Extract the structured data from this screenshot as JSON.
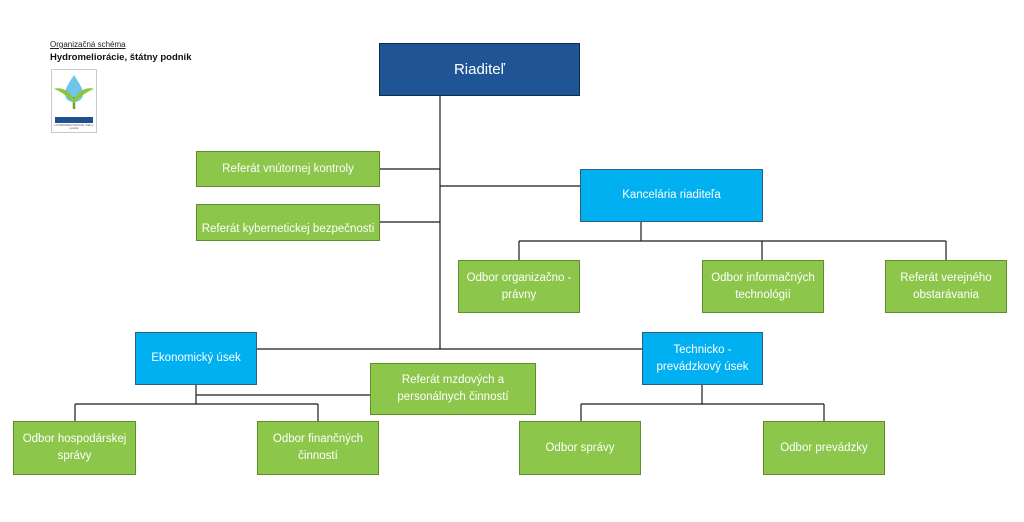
{
  "header": {
    "title": "Organizačná schéma",
    "organization": "Hydromeliorácie, štátny podnik"
  },
  "logo": {
    "icon": "plant-and-water-drop-icon",
    "caption": "HYDROMELIORÁCIE, štátny podnik",
    "colors": {
      "leaf": "#8cc63f",
      "drop": "#6fc6ea",
      "band": "#1f4f8f"
    }
  },
  "colors": {
    "director": "#1f5594",
    "division": "#00b0f0",
    "unit": "#8cc64a",
    "connector": "#1a1a1a"
  },
  "nodes": {
    "director": "Riaditeľ",
    "internal_control": "Referát vnútornej kontroly",
    "cyber_security": "Referát kybernetickej bezpečnosti",
    "director_office": "Kancelária riaditeľa",
    "legal_org": "Odbor organizačno - právny",
    "it": "Odbor informačných technológií",
    "procurement": "Referát verejného obstarávania",
    "economic": "Ekonomický úsek",
    "payroll_hr": "Referát mzdových a personálnych činností",
    "technical": "Technicko - prevádzkový úsek",
    "economy_mgmt": "Odbor hospodárskej správy",
    "finance": "Odbor finančných činností",
    "administration": "Odbor správy",
    "operations": "Odbor prevádzky"
  }
}
